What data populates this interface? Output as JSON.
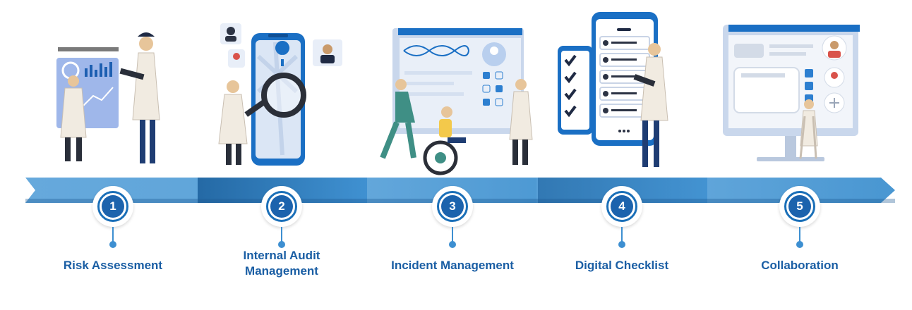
{
  "steps": [
    {
      "number": "1",
      "label": "Risk Assessment"
    },
    {
      "number": "2",
      "label_line1": "Internal Audit",
      "label_line2": "Management"
    },
    {
      "number": "3",
      "label": "Incident Management"
    },
    {
      "number": "4",
      "label": "Digital Checklist"
    },
    {
      "number": "5",
      "label": "Collaboration"
    }
  ],
  "colors": {
    "primary": "#1a5ea4",
    "accent": "#3d8fd1",
    "band_light": "#5fa4d8",
    "band_dark": "#1d6aa8",
    "illustration_blue": "#7da6de",
    "device_blue": "#1a6fc4"
  },
  "illustrations": [
    "risk-assessment-illustration",
    "internal-audit-illustration",
    "incident-management-illustration",
    "digital-checklist-illustration",
    "collaboration-illustration"
  ]
}
